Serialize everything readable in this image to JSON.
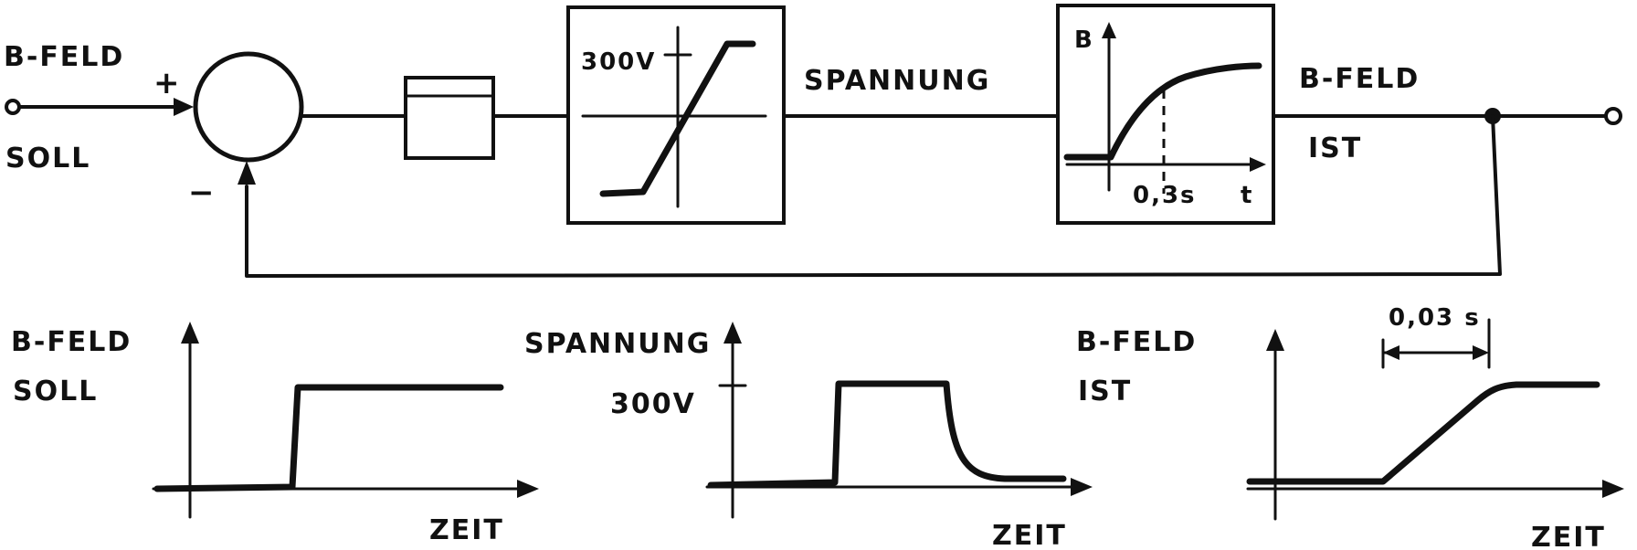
{
  "block_diagram": {
    "input_label_top": "B-FELD",
    "input_label_bottom": "SOLL",
    "plus_sign": "+",
    "minus_sign": "−",
    "limiter_label": "300V",
    "signal_label": "SPANNUNG",
    "plant_axis_y": "B",
    "plant_time_constant": "0,3s",
    "plant_axis_x": "t",
    "output_label_top": "B-FELD",
    "output_label_bottom": "IST"
  },
  "response_plots": [
    {
      "label_top": "B-FELD",
      "label_bottom": "SOLL",
      "x_label": "ZEIT"
    },
    {
      "label_top": "SPANNUNG",
      "tick_label": "300V",
      "x_label": "ZEIT"
    },
    {
      "label_top": "B-FELD",
      "label_bottom": "IST",
      "annotation": "0,03 s",
      "x_label": "ZEIT"
    }
  ]
}
